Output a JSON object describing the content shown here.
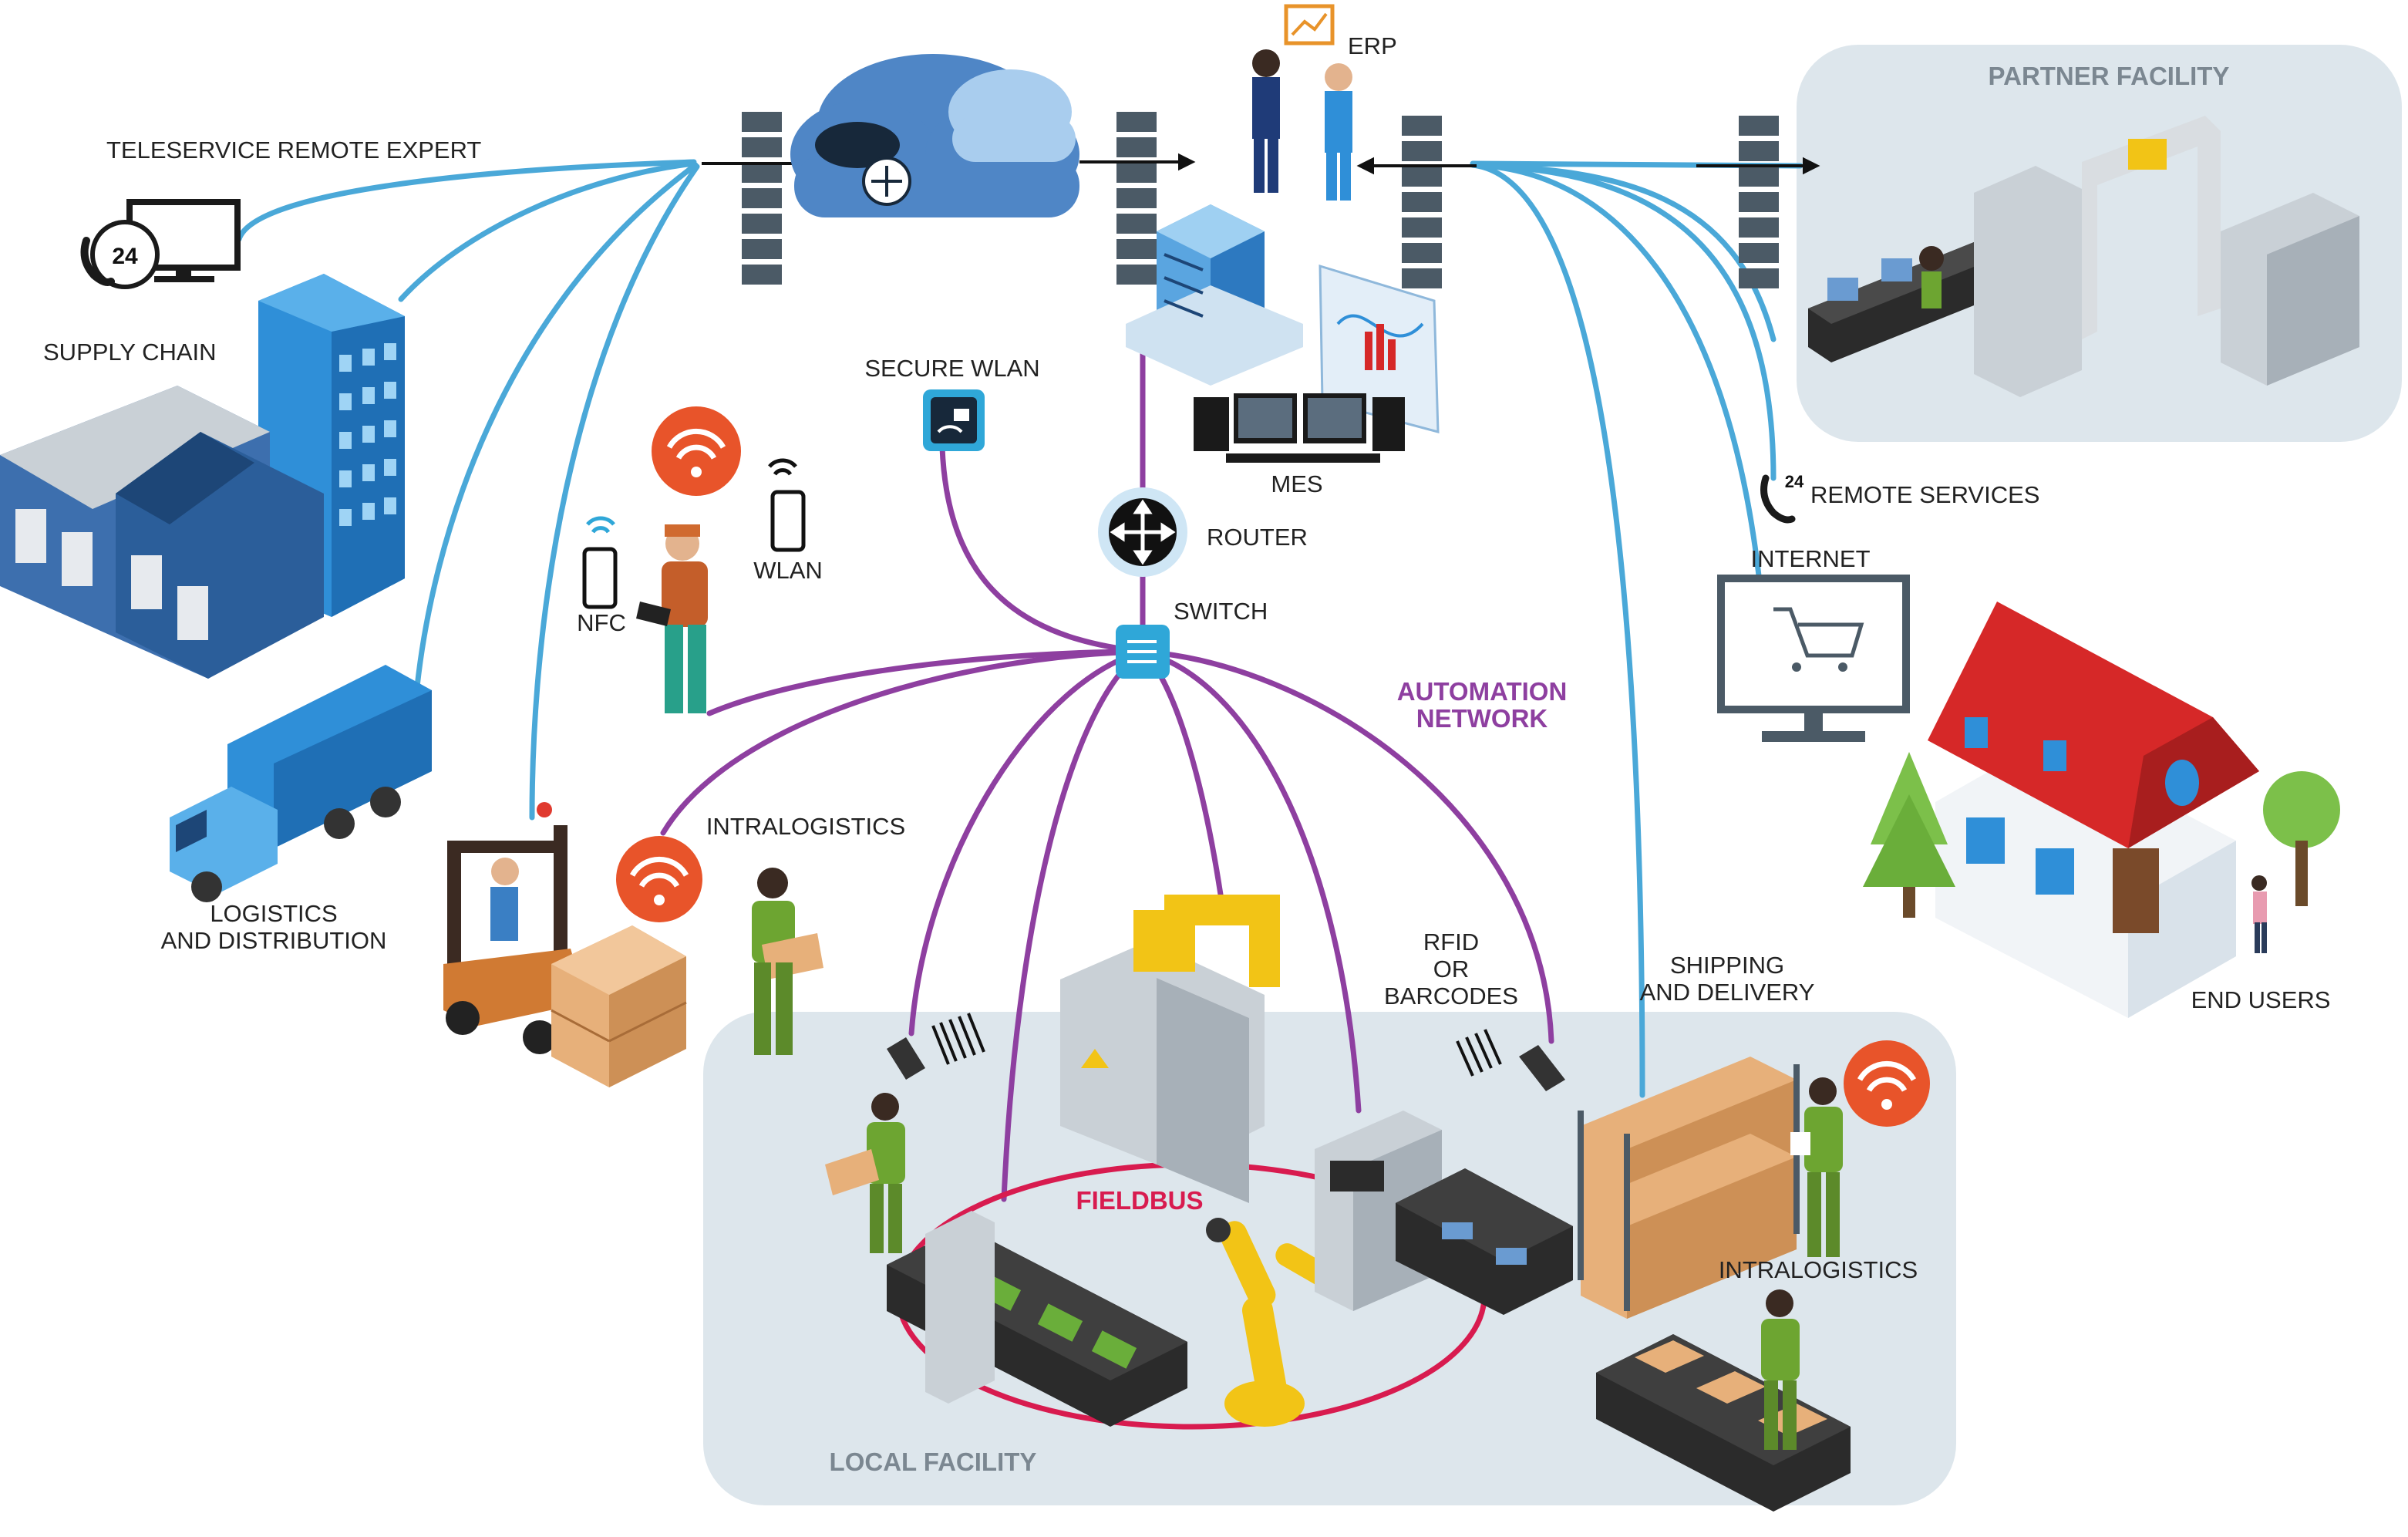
{
  "labels": {
    "teleservice": "TELESERVICE REMOTE EXPERT",
    "supply_chain": "SUPPLY CHAIN",
    "logistics_1": "LOGISTICS",
    "logistics_2": "AND DISTRIBUTION",
    "erp": "ERP",
    "partner_facility": "PARTNER FACILITY",
    "secure_wlan": "SECURE WLAN",
    "mes": "MES",
    "router": "ROUTER",
    "switch": "SWITCH",
    "nfc": "NFC",
    "wlan": "WLAN",
    "remote_services": "REMOTE SERVICES",
    "internet": "INTERNET",
    "automation_1": "AUTOMATION",
    "automation_2": "NETWORK",
    "intralogistics_top": "INTRALOGISTICS",
    "rfid_1": "RFID",
    "rfid_2": "OR",
    "rfid_3": "BARCODES",
    "shipping_1": "SHIPPING",
    "shipping_2": "AND DELIVERY",
    "end_users": "END USERS",
    "fieldbus": "FIELDBUS",
    "intralogistics_bottom": "INTRALOGISTICS",
    "local_facility": "LOCAL FACILITY",
    "badge_24_large": "24",
    "badge_24_small": "24"
  },
  "colors": {
    "internet_link": "#4aa8d8",
    "automation_link": "#8e3fa0",
    "fieldbus_link": "#d81b4f",
    "facility_bg": "#dde6ec",
    "facility_text": "#7b8791",
    "automation_text": "#8e3fa0",
    "fieldbus_text": "#d81b4f",
    "cloud": "#4f86c6",
    "building": "#2f8fd8",
    "wifi_badge": "#e8542a",
    "robot_yellow": "#f2c416",
    "house_roof": "#d62828"
  }
}
